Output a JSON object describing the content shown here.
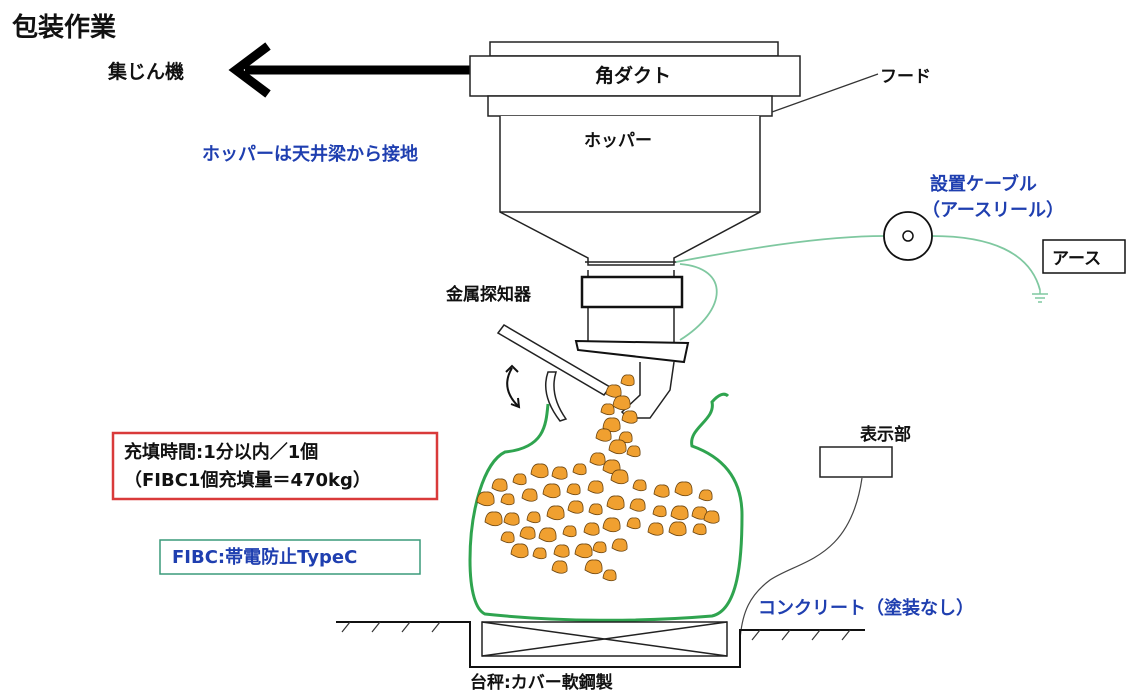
{
  "title": "包装作業",
  "labels": {
    "dust_collector": "集じん機",
    "square_duct": "角ダクト",
    "hood": "フード",
    "hopper": "ホッパー",
    "hopper_grounding": "ホッパーは天井梁から接地",
    "ground_cable_line1": "設置ケーブル",
    "ground_cable_line2": "（アースリール）",
    "earth": "アース",
    "metal_detector": "金属探知器",
    "display": "表示部",
    "fill_time_line1": "充填時間:1分以内／1個",
    "fill_time_line2": "（FIBC1個充填量＝470kg）",
    "fibc": "FIBC:帯電防止TypeC",
    "concrete": "コンクリート（塗装なし）",
    "scale": "台秤:カバー軟鋼製"
  },
  "colors": {
    "ink": "#111111",
    "blue_text": "#1f3fb0",
    "green": "#2fa44f",
    "cable_green": "#7fc8a0",
    "red_box": "#d93a3a",
    "teal_box": "#3a9a7a",
    "pellet": "#f0a030"
  },
  "icons": [
    "arrow-left-icon",
    "earth-ground-icon",
    "cable-reel-icon",
    "swing-arrow-icon"
  ]
}
